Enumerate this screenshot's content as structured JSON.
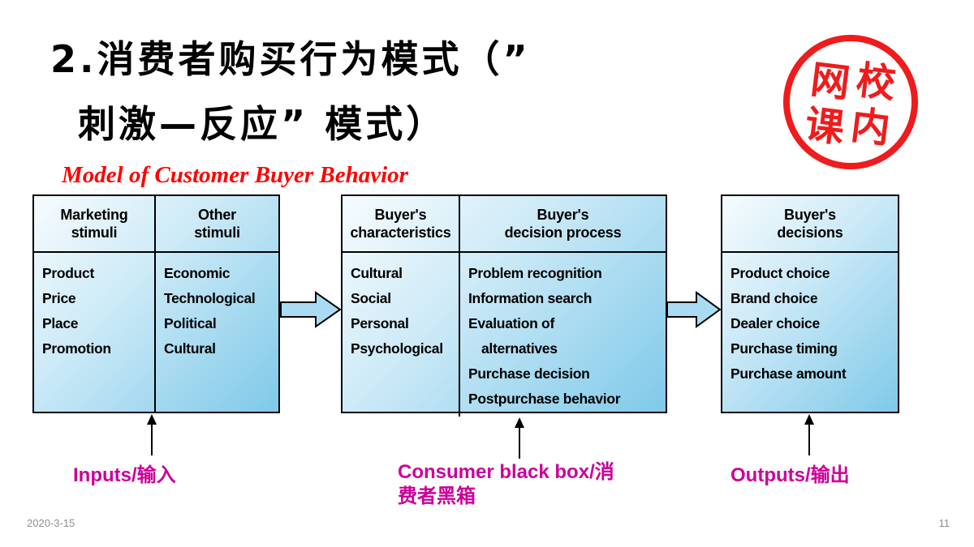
{
  "colors": {
    "subtitle_red": "#FF0000",
    "stamp_red": "#EE1C1C",
    "label_magenta": "#CC0099",
    "box_fill_top": "#F7FCFE",
    "box_fill_bottom": "#7FC9E9",
    "arrow_fill": "#A9DCF2",
    "border_black": "#000000"
  },
  "title": {
    "line1": "2.消费者购买行为模式（”",
    "line2": "刺激—反应” 模式）",
    "subtitle": "Model of Customer Buyer Behavior"
  },
  "stamp": {
    "chars": [
      "网",
      "校",
      "课",
      "内"
    ]
  },
  "diagram": {
    "boxes": [
      {
        "columns": [
          {
            "header": "Marketing\nstimuli",
            "items": [
              "Product",
              "Price",
              "Place",
              "Promotion"
            ]
          },
          {
            "header": "Other\nstimuli",
            "items": [
              "Economic",
              "Technological",
              "Political",
              "Cultural"
            ]
          }
        ]
      },
      {
        "columns": [
          {
            "header": "Buyer's\ncharacteristics",
            "items": [
              "Cultural",
              "Social",
              "Personal",
              "Psychological"
            ]
          },
          {
            "header": "Buyer's\ndecision process",
            "items": [
              "Problem recognition",
              "Information search",
              "Evaluation of\nalternatives",
              "Purchase decision",
              "Postpurchase behavior"
            ]
          }
        ]
      },
      {
        "columns": [
          {
            "header": "Buyer's\ndecisions",
            "items": [
              "Product choice",
              "Brand choice",
              "Dealer choice",
              "Purchase timing",
              "Purchase amount"
            ]
          }
        ]
      }
    ],
    "labels": {
      "inputs": "Inputs/输入",
      "black_box": "Consumer black box/消费者黑箱",
      "outputs": "Outputs/输出"
    }
  },
  "footer": {
    "date": "2020-3-15",
    "page": "11"
  }
}
